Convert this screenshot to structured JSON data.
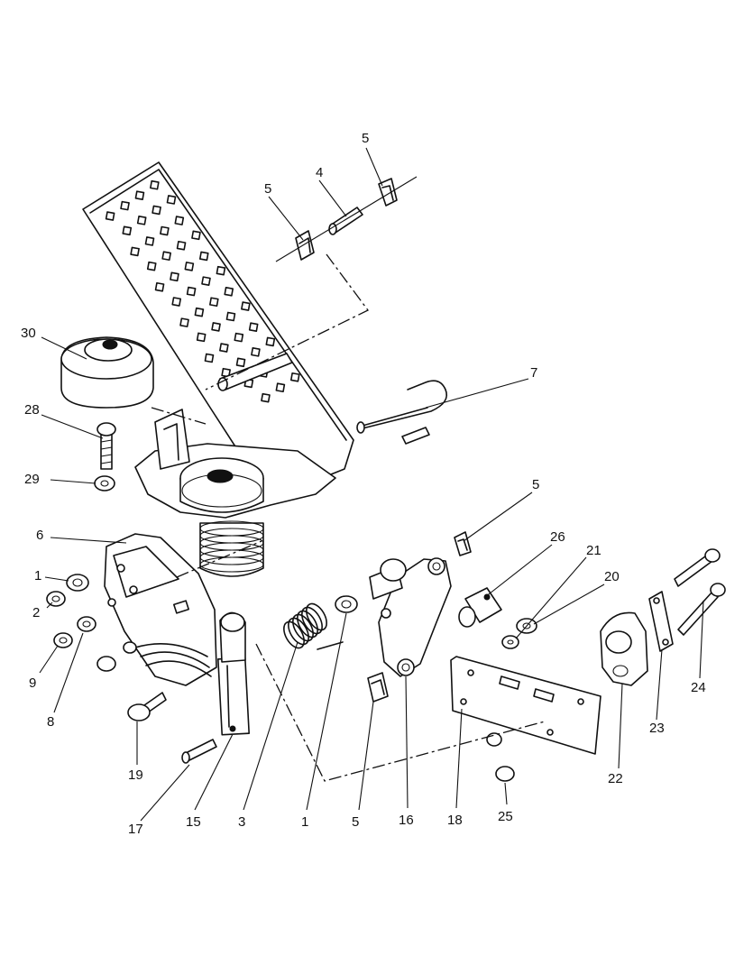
{
  "diagram": {
    "callouts": [
      {
        "id": "c5a",
        "text": "5"
      },
      {
        "id": "c4",
        "text": "4"
      },
      {
        "id": "c5b",
        "text": "5"
      },
      {
        "id": "c30",
        "text": "30"
      },
      {
        "id": "c7",
        "text": "7"
      },
      {
        "id": "c28",
        "text": "28"
      },
      {
        "id": "c29",
        "text": "29"
      },
      {
        "id": "c5c",
        "text": "5"
      },
      {
        "id": "c6",
        "text": "6"
      },
      {
        "id": "c26",
        "text": "26"
      },
      {
        "id": "c21",
        "text": "21"
      },
      {
        "id": "c20",
        "text": "20"
      },
      {
        "id": "c1a",
        "text": "1"
      },
      {
        "id": "c2",
        "text": "2"
      },
      {
        "id": "c9",
        "text": "9"
      },
      {
        "id": "c8",
        "text": "8"
      },
      {
        "id": "c24",
        "text": "24"
      },
      {
        "id": "c23",
        "text": "23"
      },
      {
        "id": "c22",
        "text": "22"
      },
      {
        "id": "c19",
        "text": "19"
      },
      {
        "id": "c17",
        "text": "17"
      },
      {
        "id": "c15",
        "text": "15"
      },
      {
        "id": "c3",
        "text": "3"
      },
      {
        "id": "c1b",
        "text": "1"
      },
      {
        "id": "c5d",
        "text": "5"
      },
      {
        "id": "c16",
        "text": "16"
      },
      {
        "id": "c18",
        "text": "18"
      },
      {
        "id": "c25",
        "text": "25"
      }
    ]
  }
}
